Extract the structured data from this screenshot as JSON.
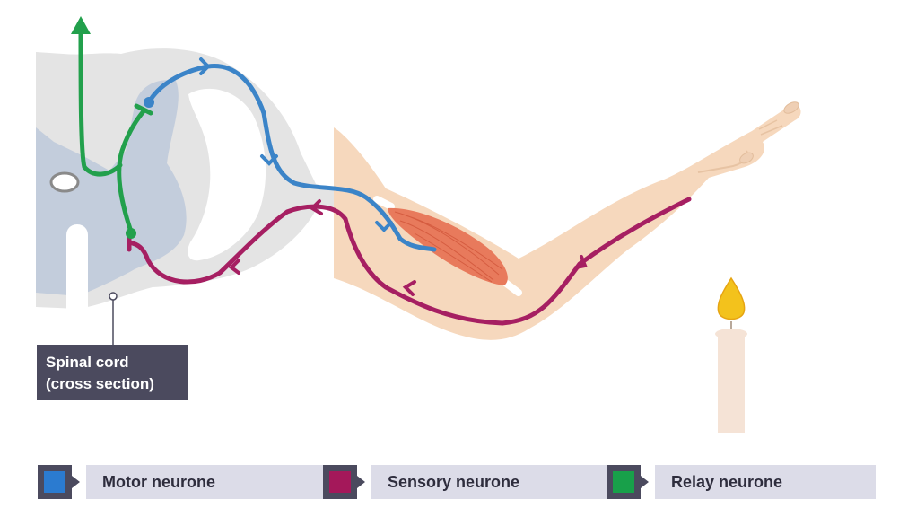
{
  "callout": {
    "line1": "Spinal cord",
    "line2": "(cross section)"
  },
  "legend": [
    {
      "label": "Motor neurone",
      "color": "#2b7bd0"
    },
    {
      "label": "Sensory neurone",
      "color": "#a4185a"
    },
    {
      "label": "Relay neurone",
      "color": "#18a04a"
    }
  ],
  "colors": {
    "motor": "#3b84c8",
    "sensory": "#a61f62",
    "relay": "#22a04c",
    "spinal_grey": "#e4e4e4",
    "spinal_blue": "#c3cddc",
    "skin": "#f6d8bd",
    "muscle": "#e87a5c",
    "candle": "#f5e3d6",
    "flame": "#f3c21c"
  }
}
